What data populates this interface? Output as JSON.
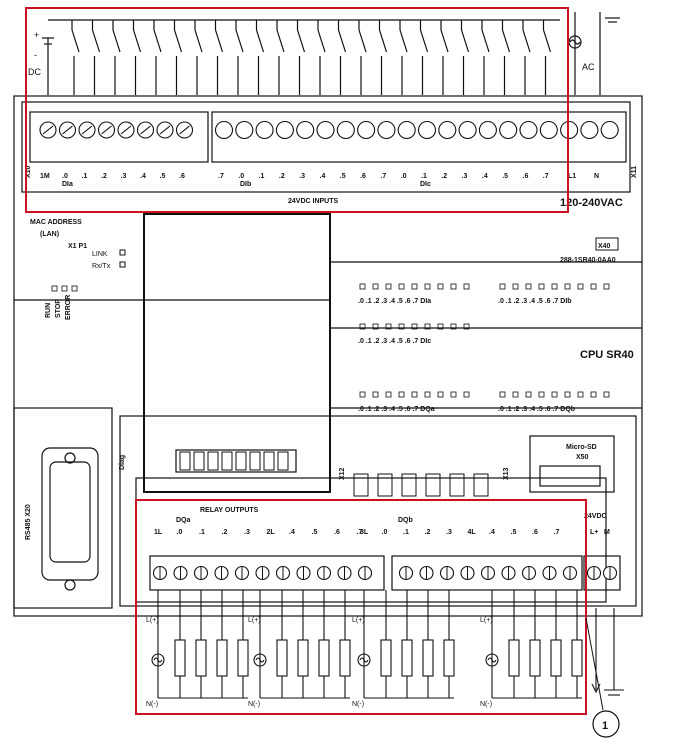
{
  "plc": {
    "model_label": "CPU SR40",
    "order_number": "288-1SR40-0AA0",
    "fw_badge": "X40",
    "supply_label": "120-240VAC",
    "x10_label": "X10",
    "x11_label": "X11",
    "x12_label": "X12",
    "x13_label": "X13",
    "x20_label": "RS485 X20",
    "x50_label": "Micro-SD X50",
    "x50_line1": "Micro-SD",
    "x50_line2": "X50"
  },
  "top": {
    "dc_label": "DC",
    "ac_label": "AC",
    "plus": "+",
    "minus": "-",
    "inputs_label": "24VDC INPUTS",
    "group_a": "DIa",
    "group_b": "DIb",
    "group_c": "DIc",
    "common": "1M",
    "terminal_labels_a": [
      ".0",
      ".1",
      ".2",
      ".3",
      ".4",
      ".5",
      ".6"
    ],
    "terminal_labels_b": [
      ".7",
      ".0",
      ".1",
      ".2",
      ".3",
      ".4",
      ".5",
      ".6",
      ".7",
      ".0",
      ".1",
      ".2",
      ".3",
      ".4",
      ".5",
      ".6",
      ".7"
    ],
    "l1": "L1",
    "n": "N"
  },
  "left_info": {
    "mac_label": "MAC ADDRESS",
    "lan_label": "(LAN)",
    "x1p1": "X1 P1",
    "link": "LINK",
    "rxtx": "Rx/Tx",
    "run": "RUN",
    "stop": "STOP",
    "error": "ERROR",
    "diag": "Diag"
  },
  "leds": {
    "row1_a": ".0 .1 .2 .3 .4 .5 .6 .7 DIa",
    "row1_b": ".0 .1 .2 .3 .4 .5 .6 .7 DIb",
    "row2": ".0 .1 .2 .3 .4 .5 .6 .7 DIc",
    "row3_a": ".0 .1 .2 .3 .4 .5 .6 .7 DQa",
    "row3_b": ".0 .1 .2 .3 .4 .5 .6 .7 DQb"
  },
  "bottom": {
    "relay_label": "RELAY OUTPUTS",
    "dqa": "DQa",
    "dqb": "DQb",
    "dc_out": "24VDC",
    "lplus": "L+",
    "m": "M",
    "terminal_labels": [
      "1L",
      ".0",
      ".1",
      ".2",
      ".3",
      "2L",
      ".4",
      ".5",
      ".6",
      ".7",
      "3L",
      ".0",
      ".1",
      ".2",
      ".3",
      "4L",
      ".4",
      ".5",
      ".6",
      ".7",
      "L+",
      "M"
    ],
    "l_plus_wire": "L(+)",
    "n_minus_wire": "N(-)"
  },
  "callout": "1",
  "colors": {
    "highlight": "#cc1122",
    "line": "#111111",
    "panel": "#f7f7f7"
  }
}
